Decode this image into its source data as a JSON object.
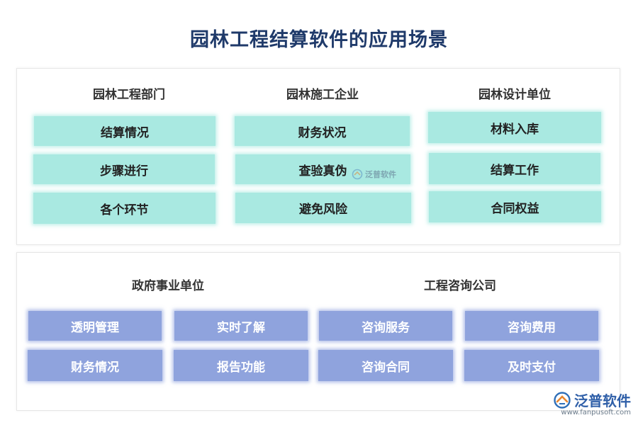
{
  "title": "园林工程结算软件的应用场景",
  "top_section": {
    "columns": [
      {
        "heading": "园林工程部门",
        "items": [
          "结算情况",
          "步骤进行",
          "各个环节"
        ]
      },
      {
        "heading": "园林施工企业",
        "items": [
          "财务状况",
          "查验真伪",
          "避免风险"
        ]
      },
      {
        "heading": "园林设计单位",
        "items": [
          "材料入库",
          "结算工作",
          "合同权益"
        ]
      }
    ]
  },
  "bottom_section": {
    "groups": [
      {
        "heading": "政府事业单位",
        "items": [
          "透明管理",
          "实时了解",
          "财务情况",
          "报告功能"
        ]
      },
      {
        "heading": "工程咨询公司",
        "items": [
          "咨询服务",
          "咨询费用",
          "咨询合同",
          "及时支付"
        ]
      }
    ]
  },
  "watermark": {
    "text": "泛普软件"
  },
  "logo": {
    "text": "泛普软件",
    "url": "www.fanpusoft.com"
  },
  "colors": {
    "title": "#1f3a6a",
    "teal_box": "#a9e9e1",
    "blue_box": "#8fa3dd",
    "logo": "#2f5fa8"
  }
}
